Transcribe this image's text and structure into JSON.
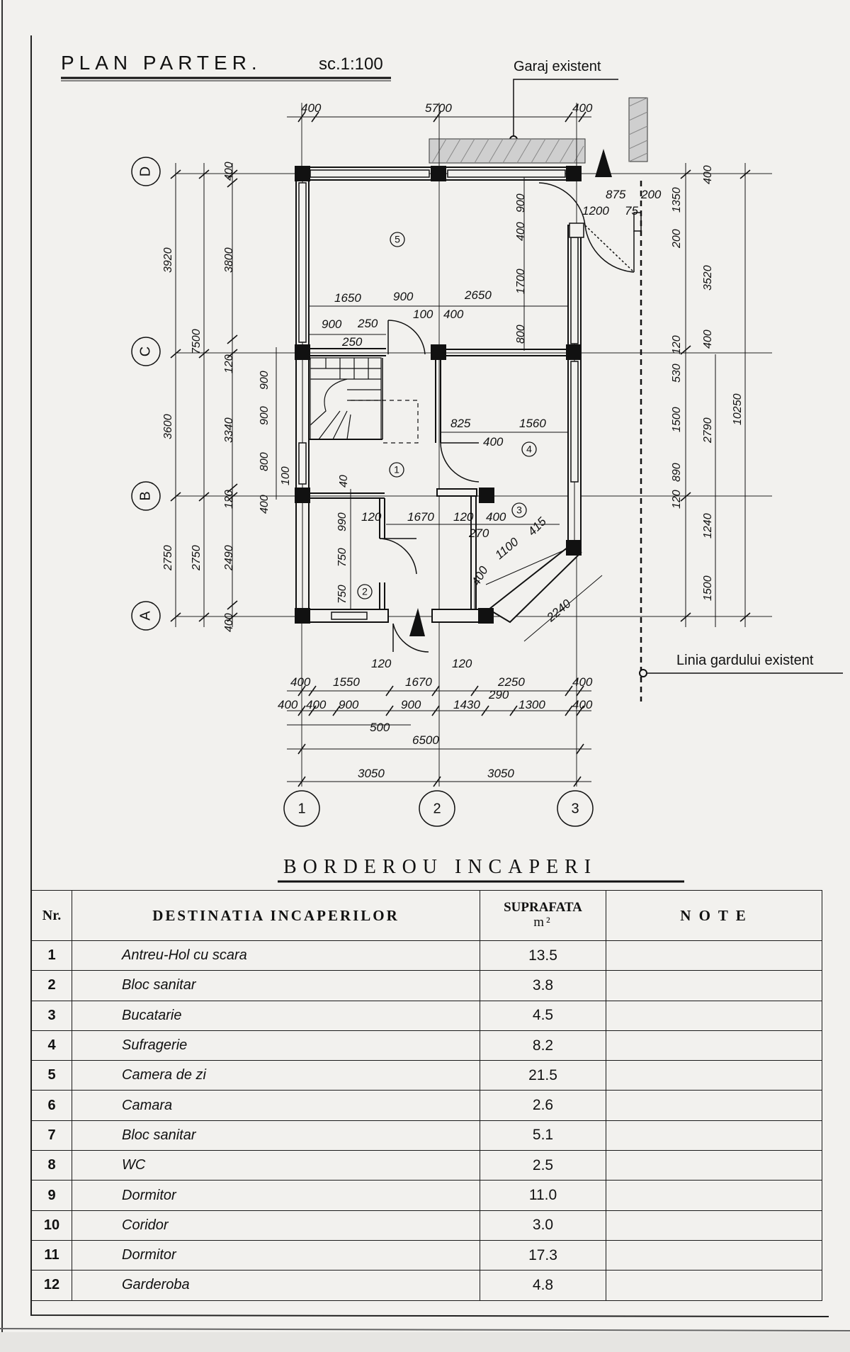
{
  "header": {
    "title": "PLAN  PARTER.",
    "scale": "sc.1:100",
    "garage_label": "Garaj  existent",
    "fence_label": "Linia gardului existent"
  },
  "grid": {
    "rows": [
      "D",
      "C",
      "B",
      "A"
    ],
    "columns": [
      "1",
      "2",
      "3"
    ]
  },
  "rooms_on_plan": [
    "5",
    "1",
    "4",
    "3",
    "2"
  ],
  "dimensions": {
    "top": [
      "400",
      "5700",
      "400"
    ],
    "left_outer": [
      "3920",
      "7500",
      "3600",
      "2750"
    ],
    "left_mid": [
      "2750"
    ],
    "left_inner": [
      "400",
      "3800",
      "120",
      "3340",
      "120",
      "2490",
      "400"
    ],
    "left_small": [
      "900",
      "900",
      "800",
      "100",
      "400",
      "40",
      "990",
      "750",
      "750"
    ],
    "interior": [
      "1650",
      "900",
      "2650",
      "900",
      "250",
      "250",
      "100",
      "400",
      "825",
      "1560",
      "400",
      "120",
      "1670",
      "120",
      "400",
      "270",
      "1100",
      "415",
      "400",
      "2240"
    ],
    "right_small": [
      "900",
      "400",
      "1700",
      "800",
      "875",
      "200",
      "1200",
      "75",
      "1350",
      "200"
    ],
    "right": [
      "400",
      "3520",
      "120",
      "400",
      "530",
      "1500",
      "890",
      "120",
      "1240",
      "1500"
    ],
    "right_outer": [
      "2790",
      "10250"
    ],
    "bottom_row1": [
      "400",
      "1550",
      "120",
      "1670",
      "120",
      "2250",
      "400"
    ],
    "bottom_row2": [
      "400",
      "400",
      "900",
      "900",
      "1430",
      "290",
      "1300",
      "400"
    ],
    "bottom_row3": [
      "500"
    ],
    "bottom_total": [
      "6500"
    ],
    "bottom_axes": [
      "3050",
      "3050"
    ]
  },
  "table": {
    "title": "BORDEROU  INCAPERI",
    "headers": {
      "nr": "Nr.",
      "name": "DESTINATIA  INCAPERILOR",
      "area": "SUPRAFATA",
      "area_unit": "m²",
      "notes": "N O T E"
    },
    "rows": [
      {
        "nr": "1",
        "name": "Antreu-Hol cu scara",
        "area": "13.5",
        "note": ""
      },
      {
        "nr": "2",
        "name": "Bloc sanitar",
        "area": "3.8",
        "note": ""
      },
      {
        "nr": "3",
        "name": "Bucatarie",
        "area": "4.5",
        "note": ""
      },
      {
        "nr": "4",
        "name": "Sufragerie",
        "area": "8.2",
        "note": ""
      },
      {
        "nr": "5",
        "name": "Camera de zi",
        "area": "21.5",
        "note": ""
      },
      {
        "nr": "6",
        "name": "Camara",
        "area": "2.6",
        "note": ""
      },
      {
        "nr": "7",
        "name": "Bloc sanitar",
        "area": "5.1",
        "note": ""
      },
      {
        "nr": "8",
        "name": "WC",
        "area": "2.5",
        "note": ""
      },
      {
        "nr": "9",
        "name": "Dormitor",
        "area": "11.0",
        "note": ""
      },
      {
        "nr": "10",
        "name": "Coridor",
        "area": "3.0",
        "note": ""
      },
      {
        "nr": "11",
        "name": "Dormitor",
        "area": "17.3",
        "note": ""
      },
      {
        "nr": "12",
        "name": "Garderoba",
        "area": "4.8",
        "note": ""
      }
    ]
  }
}
